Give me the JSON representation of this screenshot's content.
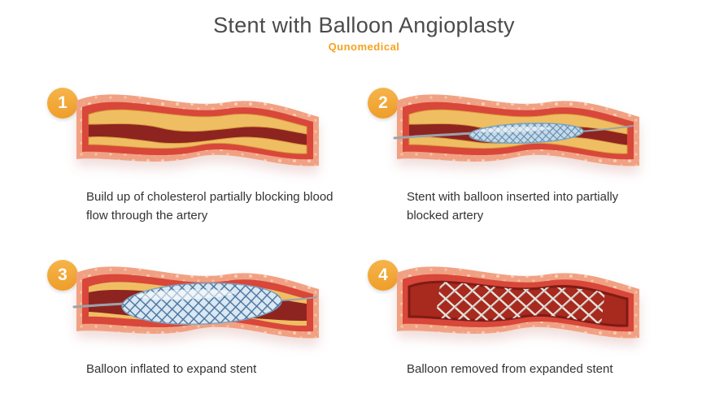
{
  "title": "Stent with Balloon Angioplasty",
  "logo": {
    "text": "Qunomedical",
    "color": "#F5A21F"
  },
  "accent_color": "#F2A93B",
  "artery_colors": {
    "outer_wall": "#F1A183",
    "inner_wall": "#D8473A",
    "lumen_dark": "#8E2420",
    "lumen_open": "#A8291E",
    "plaque": "#EFBE62",
    "stent_blue": "#C4DAEA",
    "mesh_wire": "#E8E4DC"
  },
  "steps": [
    {
      "number": "1",
      "caption": "Build up of cholesterol partially blocking blood flow through the artery"
    },
    {
      "number": "2",
      "caption": "Stent with balloon inserted into partially blocked artery"
    },
    {
      "number": "3",
      "caption": "Balloon inflated to expand stent"
    },
    {
      "number": "4",
      "caption": "Balloon removed from expanded stent"
    }
  ]
}
